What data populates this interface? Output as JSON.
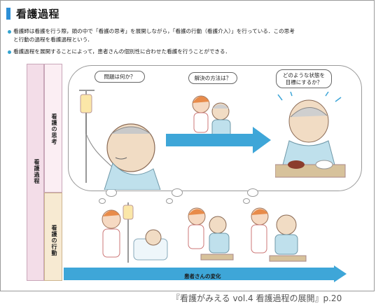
{
  "heading": {
    "title": "看護過程"
  },
  "bullets": [
    {
      "line1": "看護師は看護を行う際，頭の中で「看護の思考」を展開しながら，「看護の行動（看護介入）」を行っている．この思考",
      "line2": "と行動の過程を看護過程という．"
    },
    {
      "line1": "看護過程を展開することによって，患者さんの個別性に合わせた看護を行うことができる．"
    }
  ],
  "labels": {
    "outer": "看護過程",
    "thinking": "看護の思考",
    "action": "看護の行動"
  },
  "bubbles": {
    "q1": "問題は何か？",
    "q2": "解決の方法は？",
    "q3_line1": "どのような状態を",
    "q3_line2": "目標にするか？"
  },
  "bottom_arrow": {
    "label": "患者さんの変化"
  },
  "caption": "『看護がみえる vol.4 看護過程の展開』p.20",
  "colors": {
    "accent": "#2d8fd6",
    "arrow": "#3ea6d8",
    "outer_col": "#f3dde8",
    "think_col": "#fbeef3",
    "act_col": "#f7ead2"
  }
}
